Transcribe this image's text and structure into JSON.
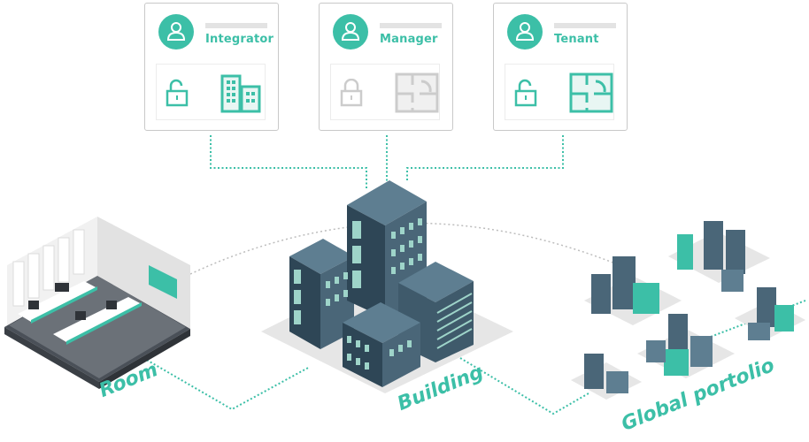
{
  "roles": [
    {
      "name": "Integrator",
      "lock_state": "unlocked",
      "scope_icon": "buildings",
      "active": true
    },
    {
      "name": "Manager",
      "lock_state": "locked",
      "scope_icon": "floor-plan",
      "active": false
    },
    {
      "name": "Tenant",
      "lock_state": "unlocked",
      "scope_icon": "floor-plan",
      "active": true
    }
  ],
  "levels": {
    "room": "Room",
    "building": "Building",
    "global": "Global portolio"
  },
  "colors": {
    "accent": "#3cbfa7",
    "inactive": "#cccccc",
    "building_dark": "#3f5a6b",
    "building_mid": "#5e7e91",
    "window": "#9ed4c9",
    "ground": "#e6e6e6"
  }
}
